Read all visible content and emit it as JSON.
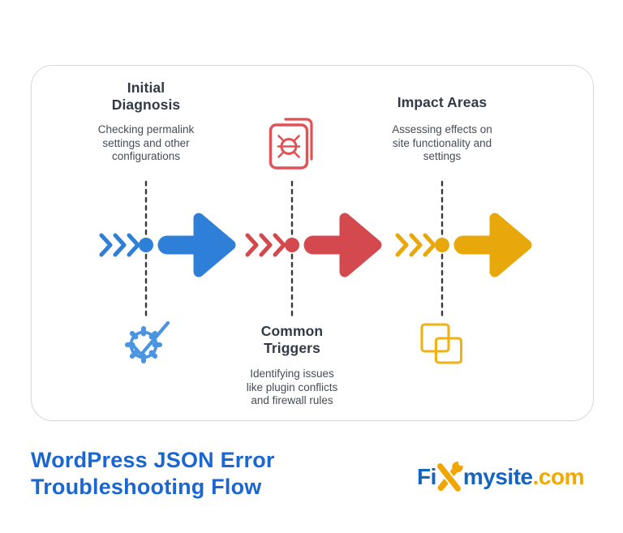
{
  "diagram": {
    "steps": [
      {
        "title": "Initial\nDiagnosis",
        "description": "Checking permalink\nsettings and other\nconfigurations",
        "color": "#2E7FD8",
        "icon": "gear-check-icon",
        "icon_color": "#4A94E2"
      },
      {
        "title": "Common\nTriggers",
        "description": "Identifying issues\nlike plugin conflicts\nand firewall rules",
        "color": "#D4494D",
        "icon": "bug-pages-icon",
        "icon_color": "#E05255"
      },
      {
        "title": "Impact Areas",
        "description": "Assessing effects on\nsite functionality and\nsettings",
        "color": "#E8A70B",
        "icon": "overlap-squares-icon",
        "icon_color": "#EFB212"
      }
    ],
    "dash_color": "#3A3A3A",
    "heading_color": "#313A46",
    "body_color": "#454C55",
    "card_border": "#D7D9DB",
    "card_bg": "#FFFFFF"
  },
  "footer": {
    "title": "WordPress JSON Error\nTroubleshooting Flow",
    "title_color": "#1A66D3",
    "logo": {
      "prefix": "Fi",
      "middle": "mysite",
      "suffix": ".com",
      "blue": "#1565C0",
      "gold": "#F0A500",
      "icon": "wrench-pencil-icon"
    }
  }
}
